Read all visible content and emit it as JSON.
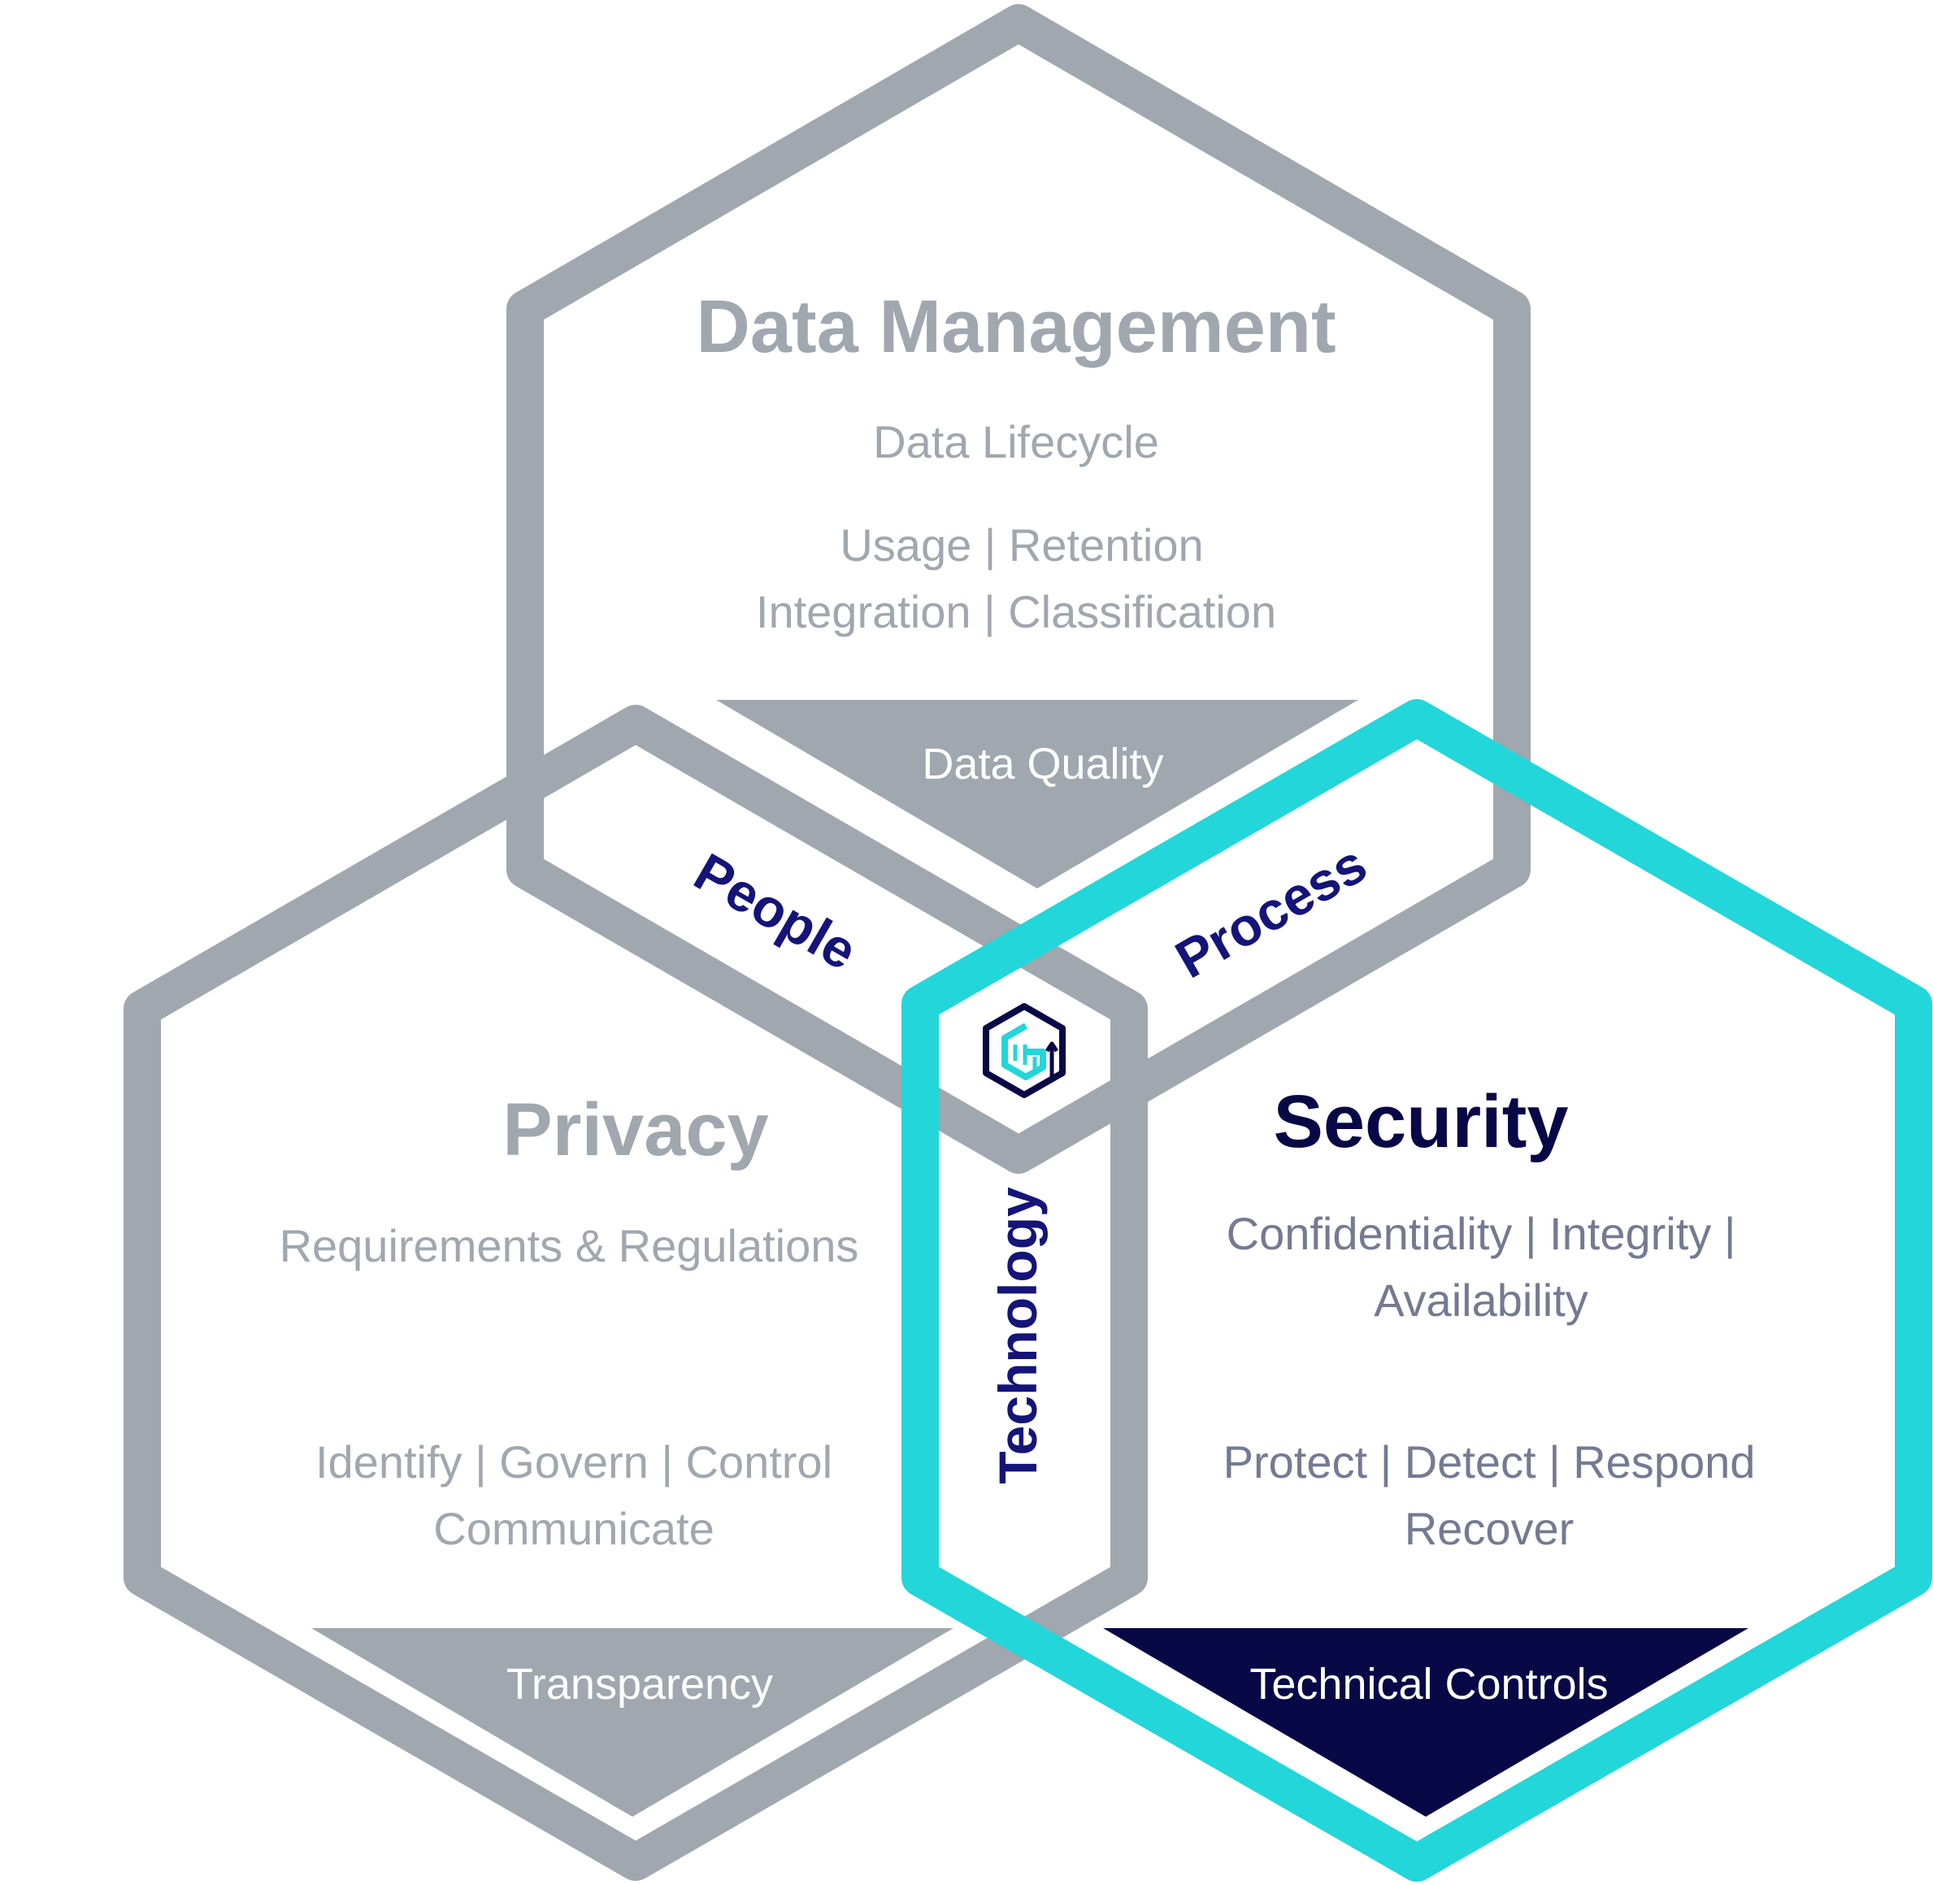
{
  "colors": {
    "gray": "#a0a7ae",
    "teal": "#22d6d9",
    "navy": "#080846",
    "pillar": "#141479",
    "subtitle_gray": "#a0a7ae",
    "subtitle_slate": "#747a91"
  },
  "data_management": {
    "title": "Data Management",
    "lifecycle": "Data Lifecycle",
    "line1": "Usage | Retention",
    "line2": "Integration | Classification",
    "triangle_label": "Data Quality"
  },
  "privacy": {
    "title": "Privacy",
    "requirements": "Requirements & Regulations",
    "line1": "Identify | Govern | Control",
    "line2": "Communicate",
    "triangle_label": "Transparency"
  },
  "security": {
    "title": "Security",
    "cia_line1": "Confidentiality | Integrity |",
    "cia_line2": "Availability",
    "line1": "Protect | Detect | Respond",
    "line2": "Recover",
    "triangle_label": "Technical Controls"
  },
  "pillars": {
    "people": "People",
    "process": "Process",
    "technology": "Technology"
  },
  "center_logo": "hexagon-logo-icon"
}
